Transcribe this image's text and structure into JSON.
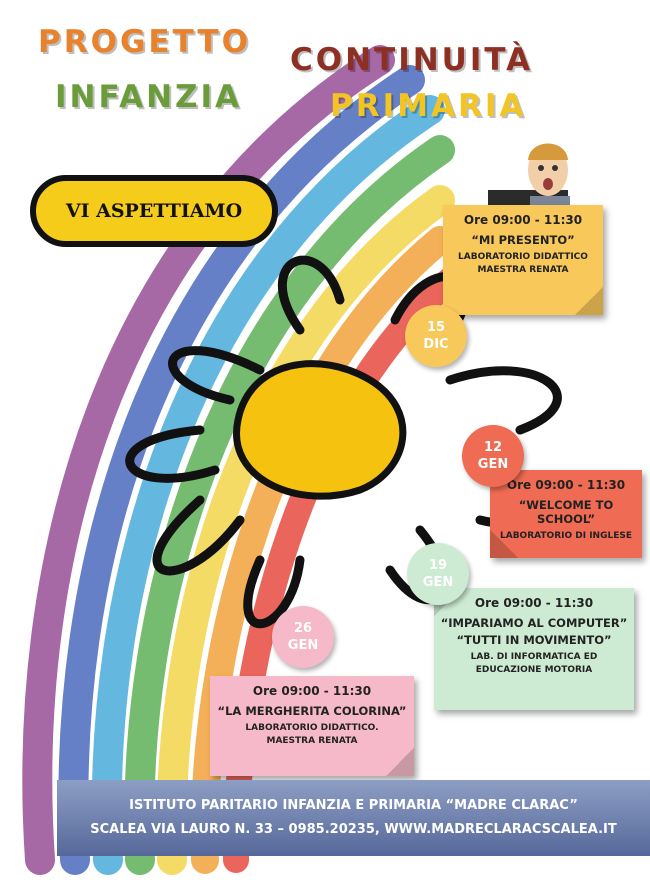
{
  "title": {
    "line1_left": "PROGETTO",
    "line1_right": "CONTINUITÀ",
    "line2_left": "INFANZIA",
    "line2_right": "PRIMARIA"
  },
  "welcome": "VI ASPETTIAMO",
  "events": [
    {
      "day": "15",
      "month": "DIC",
      "time": "Ore 09:00 - 11:30",
      "title": "“MI PRESENTO”",
      "subtitle_1": "LABORATORIO DIDATTICO",
      "subtitle_2": "MAESTRA RENATA",
      "color": "#f8c85a"
    },
    {
      "day": "12",
      "month": "GEN",
      "time": "Ore 09:00 - 11:30",
      "title": "“WELCOME TO SCHOOL”",
      "subtitle_1": "LABORATORIO DI INGLESE",
      "color": "#ef6b53"
    },
    {
      "day": "19",
      "month": "GEN",
      "time": "Ore 09:00 - 11:30",
      "title": "“IMPARIAMO AL COMPUTER”",
      "title_2": "“TUTTI IN MOVIMENTO”",
      "subtitle_1": "LAB. DI INFORMATICA ED",
      "subtitle_2": "EDUCAZIONE MOTORIA",
      "color": "#cdebd2"
    },
    {
      "day": "26",
      "month": "GEN",
      "time": "Ore 09:00 - 11:30",
      "title": "“LA MERGHERITA COLORINA”",
      "subtitle_1": "LABORATORIO DIDATTICO.",
      "subtitle_2": "MAESTRA RENATA",
      "color": "#f5b9c9"
    }
  ],
  "footer": {
    "line1": "ISTITUTO PARITARIO INFANZIA E PRIMARIA “MADRE CLARAC”",
    "line2": "SCALEA VIA LAURO N. 33 – 0985.20235, WWW.MADRECLARACSCALEA.IT"
  }
}
